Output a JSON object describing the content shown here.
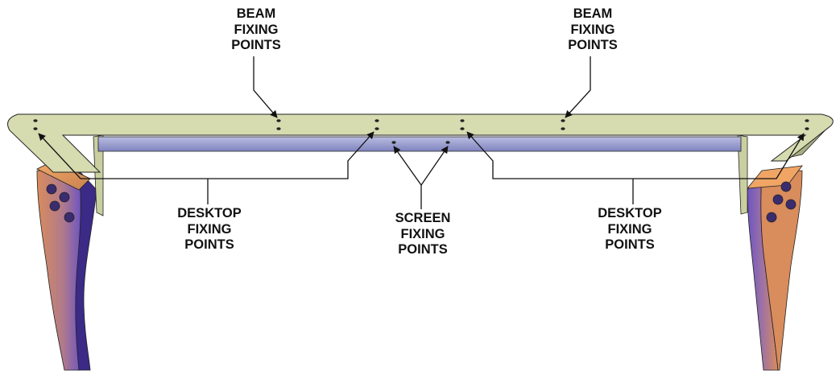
{
  "callouts": {
    "beam_left": {
      "lines": [
        "BEAM",
        "FIXING",
        "POINTS"
      ]
    },
    "beam_right": {
      "lines": [
        "BEAM",
        "FIXING",
        "POINTS"
      ]
    },
    "desktop_left": {
      "lines": [
        "DESKTOP",
        "FIXING",
        "POINTS"
      ]
    },
    "screen": {
      "lines": [
        "SCREEN",
        "FIXING",
        "POINTS"
      ]
    },
    "desktop_right": {
      "lines": [
        "DESKTOP",
        "FIXING",
        "POINTS"
      ]
    }
  },
  "colors": {
    "frame_top": "#d6dbb0",
    "frame_edge": "#a7ad82",
    "frame_shadow": "#8f9a6e",
    "rail_front": "#9aa0cf",
    "leg_warm": "#d98c5c",
    "leg_cool": "#6e55c0",
    "leg_dark": "#3b2a86",
    "line": "#111111"
  }
}
